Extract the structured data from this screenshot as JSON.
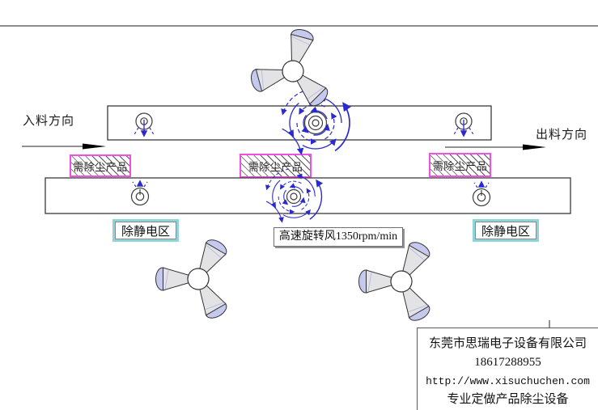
{
  "diagram": {
    "feed_direction_label": "入料方向",
    "out_direction_label": "出料方向",
    "fan_speed_label": "高速旋转风1350rpm/min",
    "product_boxes": [
      {
        "label": "需除尘产品"
      },
      {
        "label": "需除尘产品"
      },
      {
        "label": "需除尘产品"
      }
    ],
    "static_zones": [
      {
        "label": "除静电区"
      },
      {
        "label": "除静电区"
      }
    ]
  },
  "title_block": {
    "company": "东莞市思瑞电子设备有限公司",
    "phone": "18617288955",
    "website": "http://www.xisuchuchen.com",
    "tagline": "专业定做产品除尘设备"
  },
  "icons": {
    "fan_icon": "three-blade-propeller",
    "nozzle_icon": "concentric-circle-nozzle",
    "vortex_icon": "spiral-wind-arrows",
    "flow_arrow_icon": "solid-cad-arrow"
  },
  "colors": {
    "accent-magenta": "#f24fe3",
    "accent-cyan": "#8ed5da",
    "swirl-blue": "#2a2ad0",
    "ink": "#3a3a3a"
  }
}
